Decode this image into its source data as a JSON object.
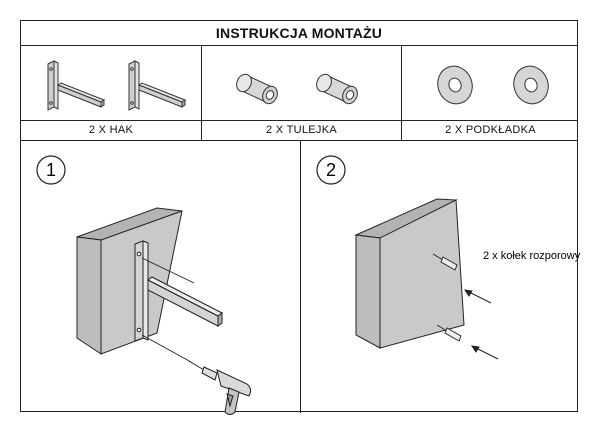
{
  "title": "INSTRUKCJA MONTAŻU",
  "parts": [
    {
      "label": "2 X HAK",
      "icon": "hook-bracket-icon"
    },
    {
      "label": "2 X TULEJKA",
      "icon": "sleeve-icon"
    },
    {
      "label": "2 X PODKŁADKA",
      "icon": "washer-icon"
    }
  ],
  "steps": [
    {
      "number": "1"
    },
    {
      "number": "2",
      "annotation": "2 x kołek rozporowy"
    }
  ],
  "colors": {
    "line": "#222222",
    "block_front": "#c9c9c9",
    "block_top": "#b3b3b3",
    "block_side": "#bdbdbd"
  }
}
